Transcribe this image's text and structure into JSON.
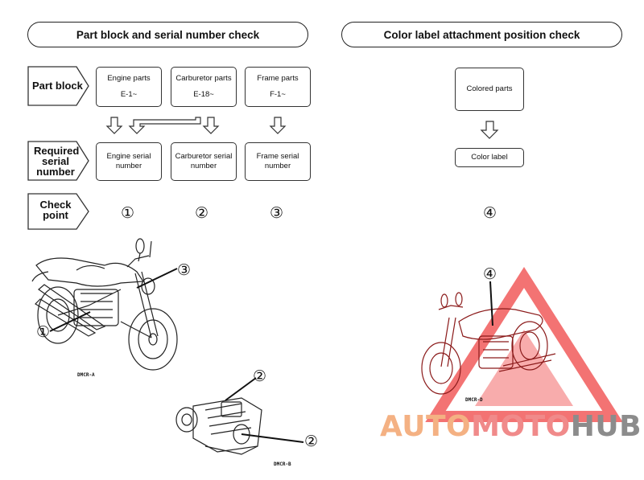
{
  "left_panel": {
    "title": "Part block and serial number check",
    "row_labels": {
      "part_block": "Part block",
      "required_serial_line1": "Required",
      "required_serial_line2": "serial",
      "required_serial_line3": "number",
      "check_point_line1": "Check",
      "check_point_line2": "point"
    },
    "part_blocks": [
      {
        "name": "Engine parts",
        "code": "E-1~"
      },
      {
        "name": "Carburetor parts",
        "code": "E-18~"
      },
      {
        "name": "Frame parts",
        "code": "F-1~"
      }
    ],
    "serials": [
      {
        "line1": "Engine serial",
        "line2": "number"
      },
      {
        "line1": "Carburetor serial",
        "line2": "number"
      },
      {
        "line1": "Frame serial",
        "line2": "number"
      }
    ],
    "check_points": [
      "①",
      "②",
      "③"
    ],
    "figure_captions": {
      "motorcycle": "DMCR-A",
      "engine": "DMCR-B"
    },
    "motorcycle_callouts": [
      "③",
      "①"
    ],
    "engine_callouts": [
      "②",
      "②"
    ]
  },
  "right_panel": {
    "title": "Color label attachment position check",
    "colored_parts": "Colored parts",
    "color_label": "Color label",
    "check_point": "④",
    "figure_caption": "DMCR-D",
    "callout": "④"
  },
  "watermark": {
    "part1": "AUTO",
    "part2": "MOTO",
    "part3": "HUB",
    "colors": {
      "auto": "#f4b183",
      "moto": "#f08a8a",
      "hub": "#8c8c8c",
      "triangle": "#f15a5a"
    }
  }
}
